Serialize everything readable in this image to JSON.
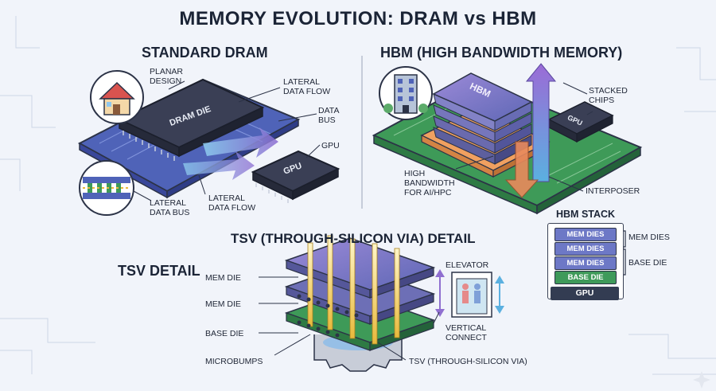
{
  "title": "MEMORY EVOLUTION: DRAM vs HBM",
  "standard_dram": {
    "heading": "STANDARD DRAM",
    "planar_design": "PLANAR DESIGN",
    "lateral_data_flow_top": "LATERAL DATA FLOW",
    "data_bus": "DATA BUS",
    "gpu_label": "GPU",
    "lateral_data_bus": "LATERAL DATA BUS",
    "lateral_data_flow_bottom": "LATERAL DATA FLOW",
    "dram_die_chip": "DRAM DIE",
    "gpu_chip": "GPU"
  },
  "hbm": {
    "heading": "HBM (HIGH BANDWIDTH MEMORY)",
    "stacked_chips": "STACKED CHIPS",
    "high_bandwidth": "HIGH BANDWIDTH FOR AI/HPC",
    "interposer": "INTERPOSER",
    "hbm_chip": "HBM",
    "gpu_chip": "GPU"
  },
  "hbm_stack": {
    "heading": "HBM STACK",
    "bars": [
      "MEM DIES",
      "MEM DIES",
      "MEM DIES",
      "BASE DIE"
    ],
    "gpu": "GPU",
    "label_mem_dies": "MEM DIES",
    "label_base_die": "BASE DIE"
  },
  "tsv": {
    "heading": "TSV (THROUGH-SILICON VIA) DETAIL",
    "side_heading": "TSV DETAIL",
    "mem_die_1": "MEM DIE",
    "mem_die_2": "MEM DIE",
    "base_die": "BASE DIE",
    "microbumps": "MICROBUMPS",
    "elevator": "ELEVATOR",
    "vertical_connect": "VERTICAL CONNECT",
    "tsv_label": "TSV (THROUGH-SILICON VIA)"
  },
  "colors": {
    "board_blue": "#4f63b8",
    "board_green": "#3e9a58",
    "chip_dark": "#2c3347",
    "hbm_purple": "#8a74c9",
    "interposer_orange": "#f0a060",
    "tsv_gold": "#e8b93c",
    "arrow_purple": "#8f6fd0"
  },
  "icons": [
    "house-icon",
    "building-icon",
    "elevator-icon",
    "gear-icon",
    "sparkle-icon"
  ]
}
